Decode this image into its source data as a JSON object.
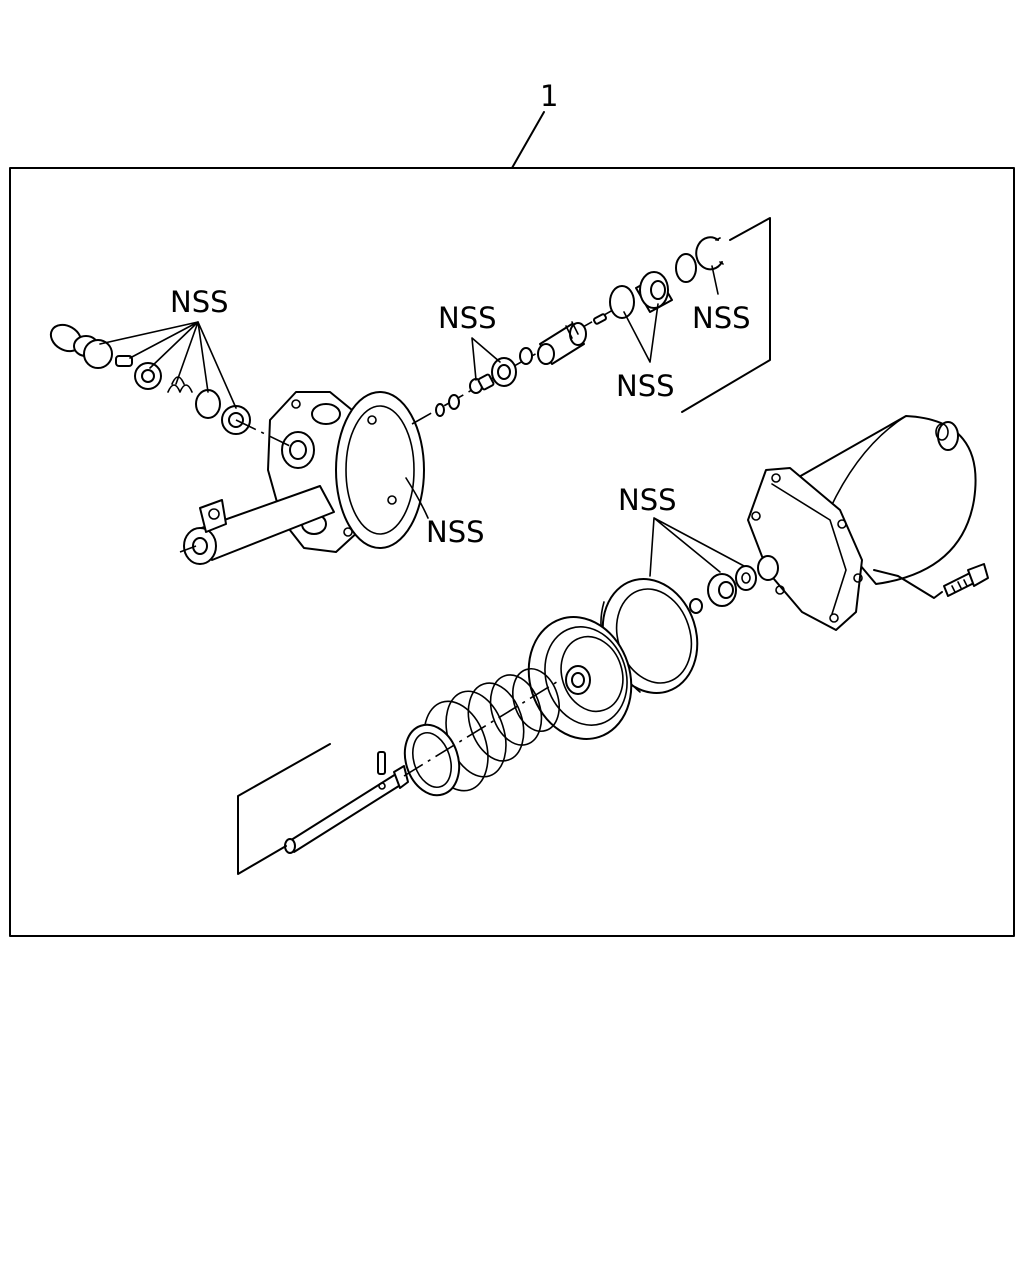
{
  "diagram": {
    "assembly_number": "1",
    "callouts": [
      {
        "id": "nss-valve-parts",
        "text": "NSS"
      },
      {
        "id": "nss-piston-parts",
        "text": "NSS"
      },
      {
        "id": "nss-cup-seals",
        "text": "NSS"
      },
      {
        "id": "nss-snap-ring",
        "text": "NSS"
      },
      {
        "id": "nss-body-seal",
        "text": "NSS"
      },
      {
        "id": "nss-diaphragm-seals",
        "text": "NSS"
      }
    ]
  }
}
